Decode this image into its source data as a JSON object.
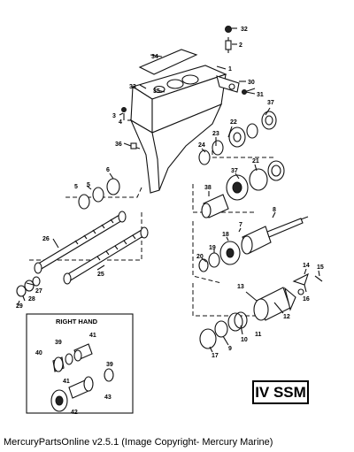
{
  "labels": {
    "l1": "1",
    "l2": "2",
    "l3": "3",
    "l4": "4",
    "l5": "5",
    "l6": "6",
    "l7": "7",
    "l8": "8",
    "l9": "9",
    "l10": "10",
    "l11": "11",
    "l12": "12",
    "l13": "13",
    "l14": "14",
    "l15": "15",
    "l16": "16",
    "l17": "17",
    "l18": "18",
    "l19": "19",
    "l20": "20",
    "l21": "21",
    "l22": "22",
    "l23": "23",
    "l24": "24",
    "l25": "25",
    "l26": "26",
    "l27": "27",
    "l28": "28",
    "l29": "29",
    "l30": "30",
    "l31": "31",
    "l32": "32",
    "l33": "33",
    "l34": "34",
    "l35": "35",
    "l36": "36",
    "l37a": "37",
    "l37b": "37",
    "l38": "38",
    "l39a": "39",
    "l39b": "39",
    "l40": "40",
    "l41a": "41",
    "l41b": "41",
    "l42": "42",
    "l43": "43"
  },
  "inset_title": "RIGHT HAND",
  "model_badge": "IV SSM",
  "caption": "MercuryPartsOnline v2.5.1 (Image Copyright- Mercury Marine)"
}
